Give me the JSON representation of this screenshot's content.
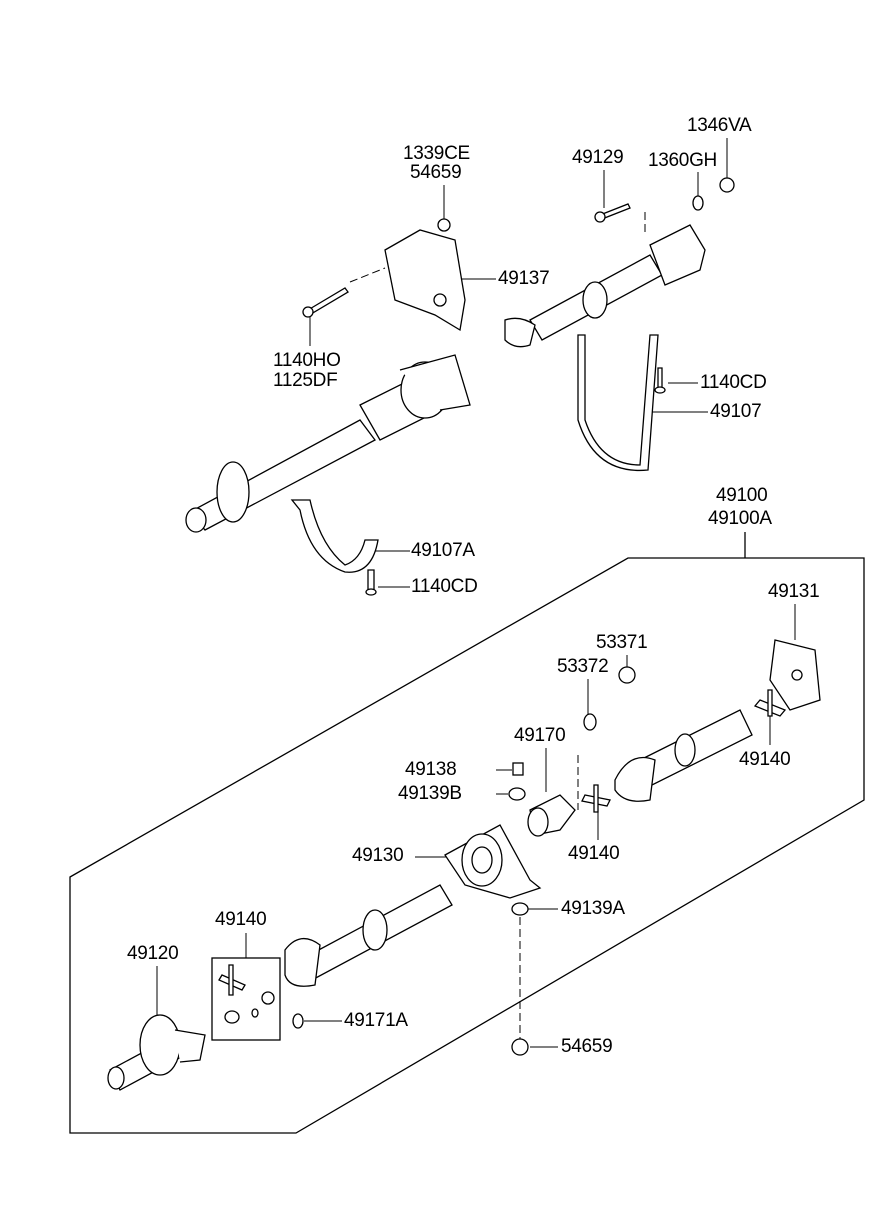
{
  "diagram": {
    "callouts": [
      {
        "id": "c1",
        "text": "1339CE"
      },
      {
        "id": "c2",
        "text": "54659"
      },
      {
        "id": "c3",
        "text": "49129"
      },
      {
        "id": "c4",
        "text": "1360GH"
      },
      {
        "id": "c5",
        "text": "1346VA"
      },
      {
        "id": "c6",
        "text": "49137"
      },
      {
        "id": "c7",
        "text": "1140HO"
      },
      {
        "id": "c8",
        "text": "1125DF"
      },
      {
        "id": "c9",
        "text": "1140CD"
      },
      {
        "id": "c10",
        "text": "49107"
      },
      {
        "id": "c11",
        "text": "49100"
      },
      {
        "id": "c12",
        "text": "49100A"
      },
      {
        "id": "c13",
        "text": "49107A"
      },
      {
        "id": "c14",
        "text": "1140CD"
      },
      {
        "id": "c15",
        "text": "49131"
      },
      {
        "id": "c16",
        "text": "53371"
      },
      {
        "id": "c17",
        "text": "53372"
      },
      {
        "id": "c18",
        "text": "49170"
      },
      {
        "id": "c19",
        "text": "49138"
      },
      {
        "id": "c20",
        "text": "49139B"
      },
      {
        "id": "c21",
        "text": "49140"
      },
      {
        "id": "c22",
        "text": "49140"
      },
      {
        "id": "c23",
        "text": "49130"
      },
      {
        "id": "c24",
        "text": "49139A"
      },
      {
        "id": "c25",
        "text": "49140"
      },
      {
        "id": "c26",
        "text": "49120"
      },
      {
        "id": "c27",
        "text": "49171A"
      },
      {
        "id": "c28",
        "text": "54659"
      }
    ]
  }
}
